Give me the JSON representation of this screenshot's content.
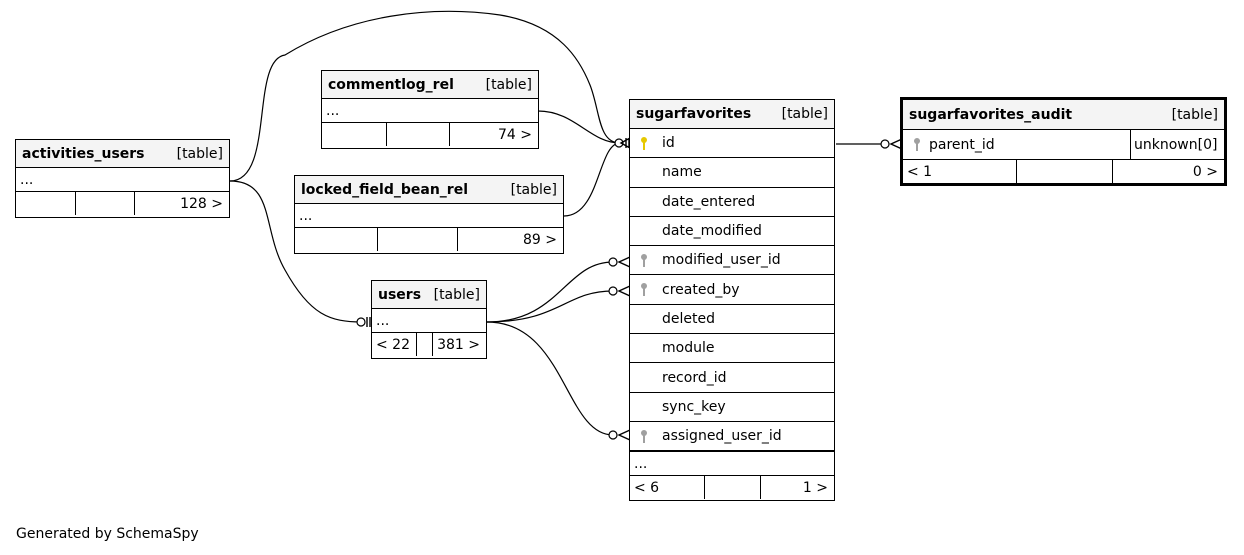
{
  "tables": {
    "activities_users": {
      "name": "activities_users",
      "kind": "[table]",
      "dots": "...",
      "children": "128 >",
      "parents": ""
    },
    "commentlog_rel": {
      "name": "commentlog_rel",
      "kind": "[table]",
      "dots": "...",
      "children": "74 >",
      "parents": ""
    },
    "locked_field_bean_rel": {
      "name": "locked_field_bean_rel",
      "kind": "[table]",
      "dots": "...",
      "children": "89 >",
      "parents": ""
    },
    "users": {
      "name": "users",
      "kind": "[table]",
      "dots": "...",
      "parents": "< 22",
      "children": "381 >"
    },
    "sugarfavorites": {
      "name": "sugarfavorites",
      "kind": "[table]",
      "dots": "...",
      "parents": "< 6",
      "children": "1 >",
      "columns": [
        {
          "label": "id",
          "key": "primary"
        },
        {
          "label": "name",
          "key": ""
        },
        {
          "label": "date_entered",
          "key": ""
        },
        {
          "label": "date_modified",
          "key": ""
        },
        {
          "label": "modified_user_id",
          "key": "foreign"
        },
        {
          "label": "created_by",
          "key": "foreign"
        },
        {
          "label": "deleted",
          "key": ""
        },
        {
          "label": "module",
          "key": ""
        },
        {
          "label": "record_id",
          "key": ""
        },
        {
          "label": "sync_key",
          "key": ""
        },
        {
          "label": "assigned_user_id",
          "key": "foreign"
        }
      ]
    },
    "sugarfavorites_audit": {
      "name": "sugarfavorites_audit",
      "kind": "[table]",
      "parents": "< 1",
      "children": "0 >",
      "column": "parent_id",
      "column_type": "unknown[0]"
    }
  },
  "colors": {
    "primary_key": "#e6c800",
    "foreign_key": "#a0a0a0",
    "header_bg": "#f4f4f4"
  },
  "footer": {
    "credit": "Generated by SchemaSpy"
  }
}
